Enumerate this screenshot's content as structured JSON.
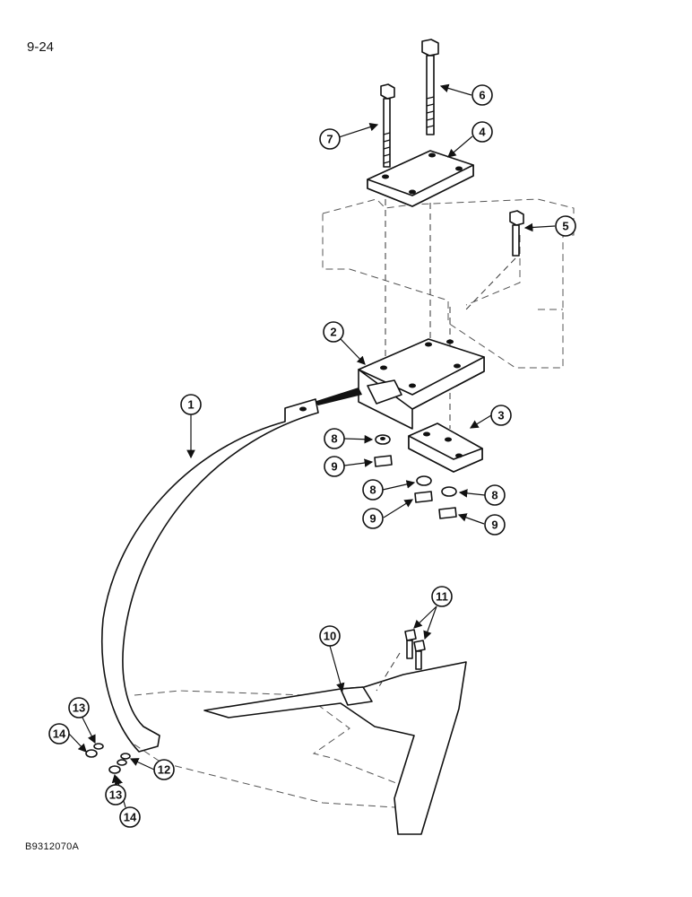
{
  "page_number": "9-24",
  "figure_code": "B9312070A",
  "callouts": [
    "1",
    "2",
    "3",
    "4",
    "5",
    "6",
    "7",
    "8",
    "8",
    "8",
    "9",
    "9",
    "9",
    "10",
    "11",
    "12",
    "13",
    "13",
    "14",
    "14"
  ]
}
